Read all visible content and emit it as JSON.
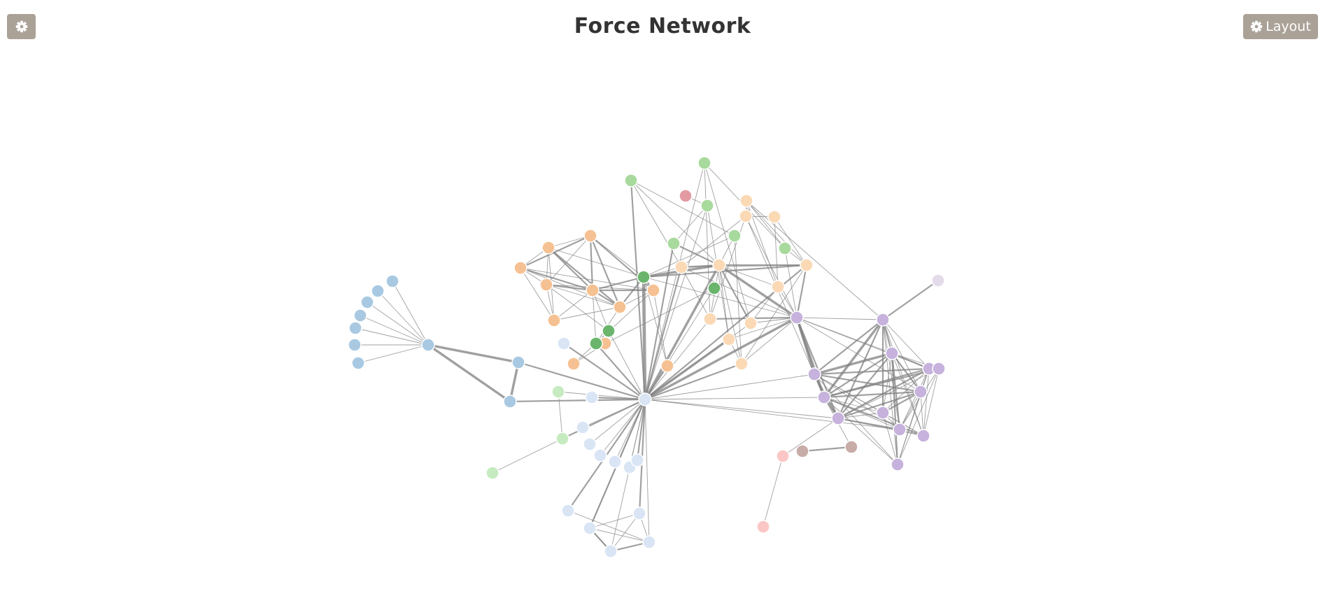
{
  "header": {
    "title": "Force Network",
    "settings_icon": "gear-icon",
    "layout_label": "Layout",
    "layout_icon": "gear-icon"
  },
  "colors": {
    "button_bg": "#aaa197",
    "edge": "#808080",
    "node_stroke": "#ffffff",
    "groups": {
      "blue": "#a9c9e2",
      "orange": "#f6c192",
      "green": "#a8d99d",
      "darkgreen": "#6ab56b",
      "peach": "#fbd9b5",
      "purple": "#c6b2dc",
      "lightblue": "#d9e5f5",
      "lightgreen": "#c6ebc0",
      "pink": "#fac7c4",
      "red": "#e39aa3",
      "brown": "#c8aca7",
      "lavender": "#e3dbea"
    }
  },
  "network": {
    "nodes": [
      {
        "id": "n1",
        "group": "blue"
      },
      {
        "id": "n2",
        "group": "blue"
      },
      {
        "id": "n3",
        "group": "blue"
      },
      {
        "id": "n4",
        "group": "blue"
      },
      {
        "id": "n5",
        "group": "blue"
      },
      {
        "id": "n6",
        "group": "blue"
      },
      {
        "id": "n7",
        "group": "blue"
      },
      {
        "id": "n8",
        "group": "blue"
      },
      {
        "id": "n9",
        "group": "blue"
      },
      {
        "id": "n10",
        "group": "blue"
      },
      {
        "id": "n11",
        "group": "orange"
      },
      {
        "id": "n12",
        "group": "orange"
      },
      {
        "id": "n13",
        "group": "orange"
      },
      {
        "id": "n14",
        "group": "orange"
      },
      {
        "id": "n15",
        "group": "orange"
      },
      {
        "id": "n16",
        "group": "orange"
      },
      {
        "id": "n17",
        "group": "orange"
      },
      {
        "id": "n18",
        "group": "orange"
      },
      {
        "id": "n19",
        "group": "orange"
      },
      {
        "id": "n20",
        "group": "orange"
      },
      {
        "id": "n21",
        "group": "orange"
      },
      {
        "id": "n22",
        "group": "green"
      },
      {
        "id": "n23",
        "group": "green"
      },
      {
        "id": "n24",
        "group": "green"
      },
      {
        "id": "n25",
        "group": "green"
      },
      {
        "id": "n26",
        "group": "green"
      },
      {
        "id": "n27",
        "group": "green"
      },
      {
        "id": "n28",
        "group": "darkgreen"
      },
      {
        "id": "n29",
        "group": "darkgreen"
      },
      {
        "id": "n30",
        "group": "darkgreen"
      },
      {
        "id": "n31",
        "group": "darkgreen"
      },
      {
        "id": "n32",
        "group": "red"
      },
      {
        "id": "n33",
        "group": "peach"
      },
      {
        "id": "n34",
        "group": "peach"
      },
      {
        "id": "n35",
        "group": "peach"
      },
      {
        "id": "n36",
        "group": "peach"
      },
      {
        "id": "n37",
        "group": "peach"
      },
      {
        "id": "n38",
        "group": "peach"
      },
      {
        "id": "n39",
        "group": "peach"
      },
      {
        "id": "n40",
        "group": "peach"
      },
      {
        "id": "n41",
        "group": "peach"
      },
      {
        "id": "n42",
        "group": "peach"
      },
      {
        "id": "n43",
        "group": "peach"
      },
      {
        "id": "n44",
        "group": "purple"
      },
      {
        "id": "n45",
        "group": "purple"
      },
      {
        "id": "n46",
        "group": "purple"
      },
      {
        "id": "n47",
        "group": "purple"
      },
      {
        "id": "n48",
        "group": "purple"
      },
      {
        "id": "n49",
        "group": "purple"
      },
      {
        "id": "n50",
        "group": "purple"
      },
      {
        "id": "n51",
        "group": "purple"
      },
      {
        "id": "n52",
        "group": "purple"
      },
      {
        "id": "n53",
        "group": "purple"
      },
      {
        "id": "n54",
        "group": "purple"
      },
      {
        "id": "n55",
        "group": "purple"
      },
      {
        "id": "n56",
        "group": "purple"
      },
      {
        "id": "n57",
        "group": "lavender"
      },
      {
        "id": "n58",
        "group": "lightblue"
      },
      {
        "id": "n59",
        "group": "lightblue"
      },
      {
        "id": "n60",
        "group": "lightblue"
      },
      {
        "id": "n61",
        "group": "lightblue"
      },
      {
        "id": "n62",
        "group": "lightblue"
      },
      {
        "id": "n63",
        "group": "lightblue"
      },
      {
        "id": "n64",
        "group": "lightblue"
      },
      {
        "id": "n65",
        "group": "lightblue"
      },
      {
        "id": "n66",
        "group": "lightblue"
      },
      {
        "id": "n67",
        "group": "lightblue"
      },
      {
        "id": "n68",
        "group": "lightblue"
      },
      {
        "id": "n69",
        "group": "lightblue"
      },
      {
        "id": "n70",
        "group": "lightblue"
      },
      {
        "id": "n71",
        "group": "lightblue"
      },
      {
        "id": "n72",
        "group": "lightblue"
      },
      {
        "id": "n73",
        "group": "lightgreen"
      },
      {
        "id": "n74",
        "group": "lightgreen"
      },
      {
        "id": "n75",
        "group": "lightgreen"
      },
      {
        "id": "n76",
        "group": "pink"
      },
      {
        "id": "n77",
        "group": "pink"
      },
      {
        "id": "n78",
        "group": "brown"
      },
      {
        "id": "n79",
        "group": "brown"
      }
    ],
    "links": [
      [
        "n1",
        "n2",
        1
      ],
      [
        "n1",
        "n3",
        1
      ],
      [
        "n1",
        "n4",
        1
      ],
      [
        "n1",
        "n5",
        1
      ],
      [
        "n1",
        "n6",
        1
      ],
      [
        "n1",
        "n7",
        1
      ],
      [
        "n1",
        "n8",
        1
      ],
      [
        "n1",
        "n9",
        3
      ],
      [
        "n1",
        "n10",
        3
      ],
      [
        "n9",
        "n10",
        3
      ],
      [
        "n10",
        "n58",
        2
      ],
      [
        "n9",
        "n58",
        2
      ],
      [
        "n58",
        "n59",
        2
      ],
      [
        "n58",
        "n60",
        2
      ],
      [
        "n58",
        "n61",
        1
      ],
      [
        "n58",
        "n62",
        1
      ],
      [
        "n58",
        "n63",
        1
      ],
      [
        "n58",
        "n64",
        1
      ],
      [
        "n58",
        "n65",
        1
      ],
      [
        "n58",
        "n66",
        2
      ],
      [
        "n58",
        "n67",
        2
      ],
      [
        "n58",
        "n68",
        2
      ],
      [
        "n58",
        "n69",
        1
      ],
      [
        "n58",
        "n70",
        1
      ],
      [
        "n58",
        "n71",
        2
      ],
      [
        "n58",
        "n72",
        1
      ],
      [
        "n69",
        "n70",
        2
      ],
      [
        "n69",
        "n71",
        1
      ],
      [
        "n69",
        "n72",
        2
      ],
      [
        "n70",
        "n71",
        1
      ],
      [
        "n70",
        "n72",
        1
      ],
      [
        "n71",
        "n72",
        1
      ],
      [
        "n68",
        "n69",
        1
      ],
      [
        "n67",
        "n70",
        1
      ],
      [
        "n58",
        "n73",
        1
      ],
      [
        "n58",
        "n74",
        2
      ],
      [
        "n73",
        "n74",
        1
      ],
      [
        "n74",
        "n75",
        1
      ],
      [
        "n58",
        "n28",
        4
      ],
      [
        "n58",
        "n29",
        1
      ],
      [
        "n58",
        "n30",
        2
      ],
      [
        "n58",
        "n31",
        1
      ],
      [
        "n58",
        "n21",
        2
      ],
      [
        "n58",
        "n22",
        2
      ],
      [
        "n58",
        "n23",
        1
      ],
      [
        "n58",
        "n24",
        2
      ],
      [
        "n58",
        "n25",
        1
      ],
      [
        "n58",
        "n33",
        3
      ],
      [
        "n58",
        "n34",
        2
      ],
      [
        "n58",
        "n35",
        2
      ],
      [
        "n58",
        "n36",
        1
      ],
      [
        "n58",
        "n37",
        1
      ],
      [
        "n58",
        "n38",
        3
      ],
      [
        "n58",
        "n39",
        2
      ],
      [
        "n58",
        "n44",
        3
      ],
      [
        "n58",
        "n45",
        1
      ],
      [
        "n58",
        "n46",
        1
      ],
      [
        "n58",
        "n47",
        1
      ],
      [
        "n11",
        "n12",
        1
      ],
      [
        "n11",
        "n13",
        2
      ],
      [
        "n11",
        "n14",
        2
      ],
      [
        "n11",
        "n15",
        1
      ],
      [
        "n11",
        "n16",
        2
      ],
      [
        "n11",
        "n17",
        2
      ],
      [
        "n11",
        "n28",
        1
      ],
      [
        "n12",
        "n13",
        1
      ],
      [
        "n12",
        "n14",
        2
      ],
      [
        "n12",
        "n15",
        1
      ],
      [
        "n12",
        "n16",
        2
      ],
      [
        "n12",
        "n18",
        1
      ],
      [
        "n12",
        "n28",
        1
      ],
      [
        "n13",
        "n14",
        2
      ],
      [
        "n13",
        "n15",
        1
      ],
      [
        "n13",
        "n16",
        1
      ],
      [
        "n13",
        "n17",
        1
      ],
      [
        "n13",
        "n18",
        1
      ],
      [
        "n14",
        "n15",
        2
      ],
      [
        "n14",
        "n16",
        2
      ],
      [
        "n14",
        "n17",
        2
      ],
      [
        "n14",
        "n28",
        2
      ],
      [
        "n14",
        "n29",
        1
      ],
      [
        "n14",
        "n30",
        1
      ],
      [
        "n14",
        "n18",
        1
      ],
      [
        "n15",
        "n16",
        1
      ],
      [
        "n15",
        "n17",
        1
      ],
      [
        "n15",
        "n29",
        1
      ],
      [
        "n15",
        "n18",
        1
      ],
      [
        "n16",
        "n17",
        1
      ],
      [
        "n16",
        "n28",
        2
      ],
      [
        "n16",
        "n30",
        1
      ],
      [
        "n16",
        "n18",
        1
      ],
      [
        "n17",
        "n28",
        2
      ],
      [
        "n17",
        "n19",
        1
      ],
      [
        "n17",
        "n21",
        1
      ],
      [
        "n19",
        "n20",
        1
      ],
      [
        "n20",
        "n30",
        1
      ],
      [
        "n20",
        "n31",
        1
      ],
      [
        "n21",
        "n28",
        1
      ],
      [
        "n22",
        "n26",
        1
      ],
      [
        "n22",
        "n35",
        1
      ],
      [
        "n22",
        "n33",
        1
      ],
      [
        "n23",
        "n27",
        1
      ],
      [
        "n23",
        "n36",
        1
      ],
      [
        "n23",
        "n37",
        1
      ],
      [
        "n24",
        "n33",
        2
      ],
      [
        "n24",
        "n25",
        1
      ],
      [
        "n25",
        "n38",
        1
      ],
      [
        "n25",
        "n32",
        1
      ],
      [
        "n26",
        "n33",
        1
      ],
      [
        "n26",
        "n39",
        1
      ],
      [
        "n26",
        "n28",
        1
      ],
      [
        "n27",
        "n34",
        1
      ],
      [
        "n27",
        "n40",
        1
      ],
      [
        "n27",
        "n44",
        1
      ],
      [
        "n28",
        "n33",
        3
      ],
      [
        "n28",
        "n34",
        2
      ],
      [
        "n28",
        "n44",
        1
      ],
      [
        "n28",
        "n35",
        1
      ],
      [
        "n29",
        "n30",
        1
      ],
      [
        "n33",
        "n34",
        2
      ],
      [
        "n33",
        "n35",
        2
      ],
      [
        "n33",
        "n36",
        1
      ],
      [
        "n33",
        "n37",
        2
      ],
      [
        "n33",
        "n38",
        1
      ],
      [
        "n33",
        "n39",
        1
      ],
      [
        "n33",
        "n44",
        3
      ],
      [
        "n33",
        "n42",
        1
      ],
      [
        "n34",
        "n40",
        1
      ],
      [
        "n34",
        "n41",
        1
      ],
      [
        "n34",
        "n44",
        2
      ],
      [
        "n34",
        "n39",
        1
      ],
      [
        "n34",
        "n35",
        1
      ],
      [
        "n35",
        "n43",
        1
      ],
      [
        "n35",
        "n44",
        1
      ],
      [
        "n35",
        "n36",
        1
      ],
      [
        "n36",
        "n44",
        2
      ],
      [
        "n36",
        "n43",
        1
      ],
      [
        "n37",
        "n44",
        1
      ],
      [
        "n37",
        "n42",
        1
      ],
      [
        "n38",
        "n44",
        1
      ],
      [
        "n38",
        "n39",
        1
      ],
      [
        "n39",
        "n44",
        1
      ],
      [
        "n40",
        "n42",
        1
      ],
      [
        "n40",
        "n43",
        1
      ],
      [
        "n41",
        "n43",
        1
      ],
      [
        "n41",
        "n42",
        1
      ],
      [
        "n42",
        "n44",
        1
      ],
      [
        "n43",
        "n45",
        1
      ],
      [
        "n43",
        "n44",
        1
      ],
      [
        "n44",
        "n45",
        3
      ],
      [
        "n44",
        "n46",
        3
      ],
      [
        "n44",
        "n47",
        2
      ],
      [
        "n44",
        "n48",
        1
      ],
      [
        "n44",
        "n49",
        1
      ],
      [
        "n44",
        "n50",
        1
      ],
      [
        "n44",
        "n51",
        1
      ],
      [
        "n45",
        "n46",
        2
      ],
      [
        "n45",
        "n47",
        2
      ],
      [
        "n45",
        "n48",
        2
      ],
      [
        "n45",
        "n49",
        3
      ],
      [
        "n45",
        "n50",
        2
      ],
      [
        "n45",
        "n51",
        2
      ],
      [
        "n45",
        "n52",
        1
      ],
      [
        "n45",
        "n53",
        1
      ],
      [
        "n45",
        "n54",
        1
      ],
      [
        "n45",
        "n55",
        1
      ],
      [
        "n46",
        "n47",
        2
      ],
      [
        "n46",
        "n48",
        3
      ],
      [
        "n46",
        "n49",
        2
      ],
      [
        "n46",
        "n50",
        2
      ],
      [
        "n46",
        "n51",
        2
      ],
      [
        "n46",
        "n52",
        1
      ],
      [
        "n46",
        "n53",
        1
      ],
      [
        "n46",
        "n54",
        2
      ],
      [
        "n46",
        "n55",
        1
      ],
      [
        "n46",
        "n56",
        2
      ],
      [
        "n47",
        "n48",
        2
      ],
      [
        "n47",
        "n49",
        2
      ],
      [
        "n47",
        "n50",
        2
      ],
      [
        "n47",
        "n51",
        2
      ],
      [
        "n47",
        "n52",
        1
      ],
      [
        "n47",
        "n53",
        2
      ],
      [
        "n47",
        "n54",
        1
      ],
      [
        "n47",
        "n56",
        1
      ],
      [
        "n48",
        "n49",
        2
      ],
      [
        "n48",
        "n50",
        1
      ],
      [
        "n48",
        "n51",
        1
      ],
      [
        "n48",
        "n52",
        2
      ],
      [
        "n48",
        "n53",
        1
      ],
      [
        "n48",
        "n54",
        1
      ],
      [
        "n48",
        "n55",
        1
      ],
      [
        "n49",
        "n50",
        2
      ],
      [
        "n49",
        "n51",
        2
      ],
      [
        "n49",
        "n52",
        1
      ],
      [
        "n49",
        "n53",
        2
      ],
      [
        "n49",
        "n54",
        1
      ],
      [
        "n49",
        "n55",
        2
      ],
      [
        "n49",
        "n56",
        1
      ],
      [
        "n50",
        "n51",
        1
      ],
      [
        "n50",
        "n52",
        1
      ],
      [
        "n50",
        "n53",
        1
      ],
      [
        "n50",
        "n54",
        1
      ],
      [
        "n50",
        "n55",
        1
      ],
      [
        "n50",
        "n56",
        1
      ],
      [
        "n51",
        "n52",
        2
      ],
      [
        "n51",
        "n53",
        1
      ],
      [
        "n51",
        "n54",
        1
      ],
      [
        "n51",
        "n55",
        1
      ],
      [
        "n52",
        "n53",
        1
      ],
      [
        "n52",
        "n54",
        1
      ],
      [
        "n52",
        "n55",
        1
      ],
      [
        "n53",
        "n54",
        1
      ],
      [
        "n53",
        "n56",
        1
      ],
      [
        "n54",
        "n56",
        1
      ],
      [
        "n55",
        "n56",
        1
      ],
      [
        "n48",
        "n57",
        2
      ],
      [
        "n48",
        "n40",
        1
      ],
      [
        "n58",
        "n53",
        1
      ],
      [
        "n76",
        "n77",
        1
      ],
      [
        "n76",
        "n47",
        1
      ],
      [
        "n78",
        "n79",
        2
      ],
      [
        "n79",
        "n46",
        1
      ]
    ]
  }
}
